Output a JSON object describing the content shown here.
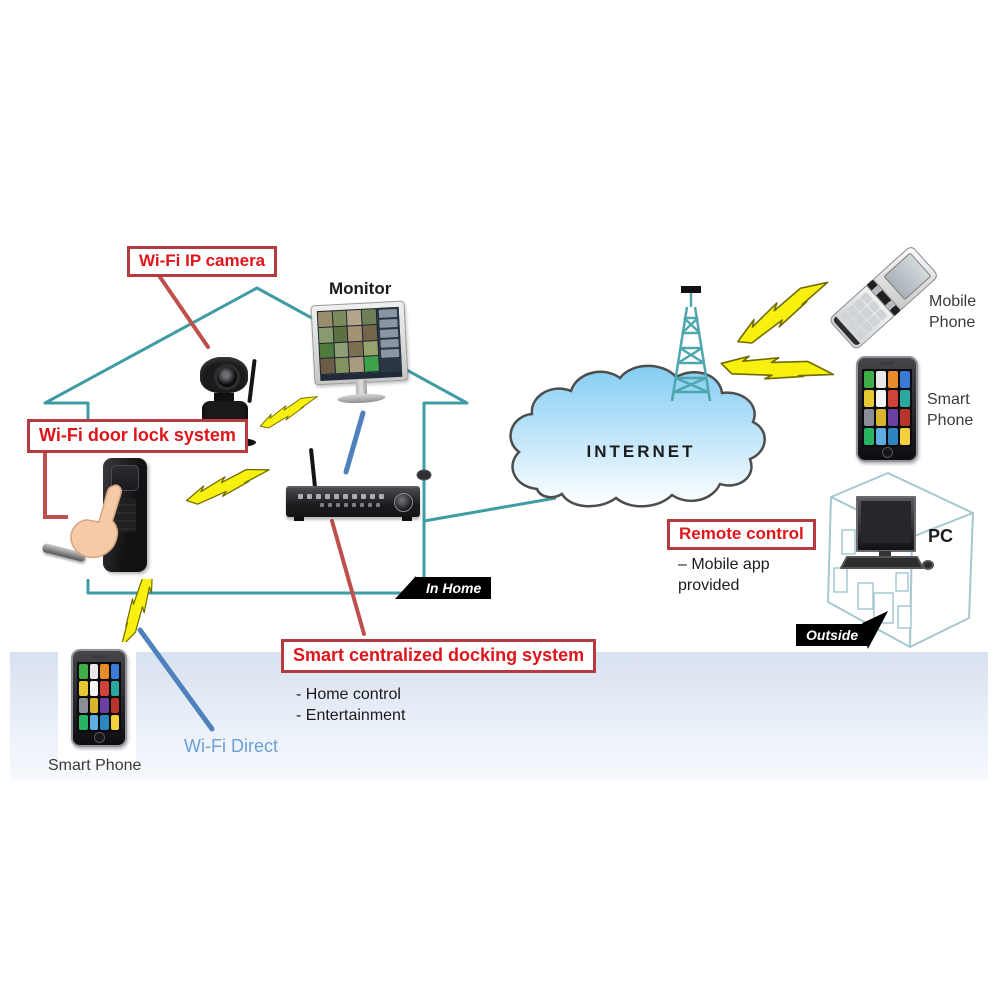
{
  "diagram": {
    "labels": {
      "wifi_ip_camera": "Wi-Fi IP camera",
      "wifi_door_lock_system": "Wi-Fi door lock system",
      "smart_centralized_docking_system": "Smart centralized docking system",
      "remote_control": "Remote control"
    },
    "device_captions": {
      "monitor": "Monitor",
      "mobile_phone": [
        "Mobile",
        "Phone"
      ],
      "smart_phone_right": [
        "Smart",
        "Phone"
      ],
      "smart_phone_bottom": "Smart Phone",
      "pc": "PC"
    },
    "zone_tags": {
      "in_home": "In Home",
      "outside": "Outside"
    },
    "cloud": {
      "label": "INTERNET"
    },
    "connection_labels": {
      "wifi_direct": "Wi-Fi Direct"
    },
    "notes": {
      "remote_control": [
        "– Mobile app",
        "provided"
      ],
      "docking": [
        "- Home control",
        "- Entertainment"
      ]
    },
    "colors": {
      "house_line": "#3f9ca4",
      "red_label_border": "#b43c40",
      "red_label_text": "#e0151b",
      "red_connector": "#c0504d",
      "blue_connector": "#4f81bd",
      "wifi_direct_text": "#6d9fd4",
      "bolt_fill": "#f8f00f",
      "bolt_outline": "#716c00",
      "cloud_top": "#84cdf3",
      "zone_tag_background": "#000000"
    }
  }
}
